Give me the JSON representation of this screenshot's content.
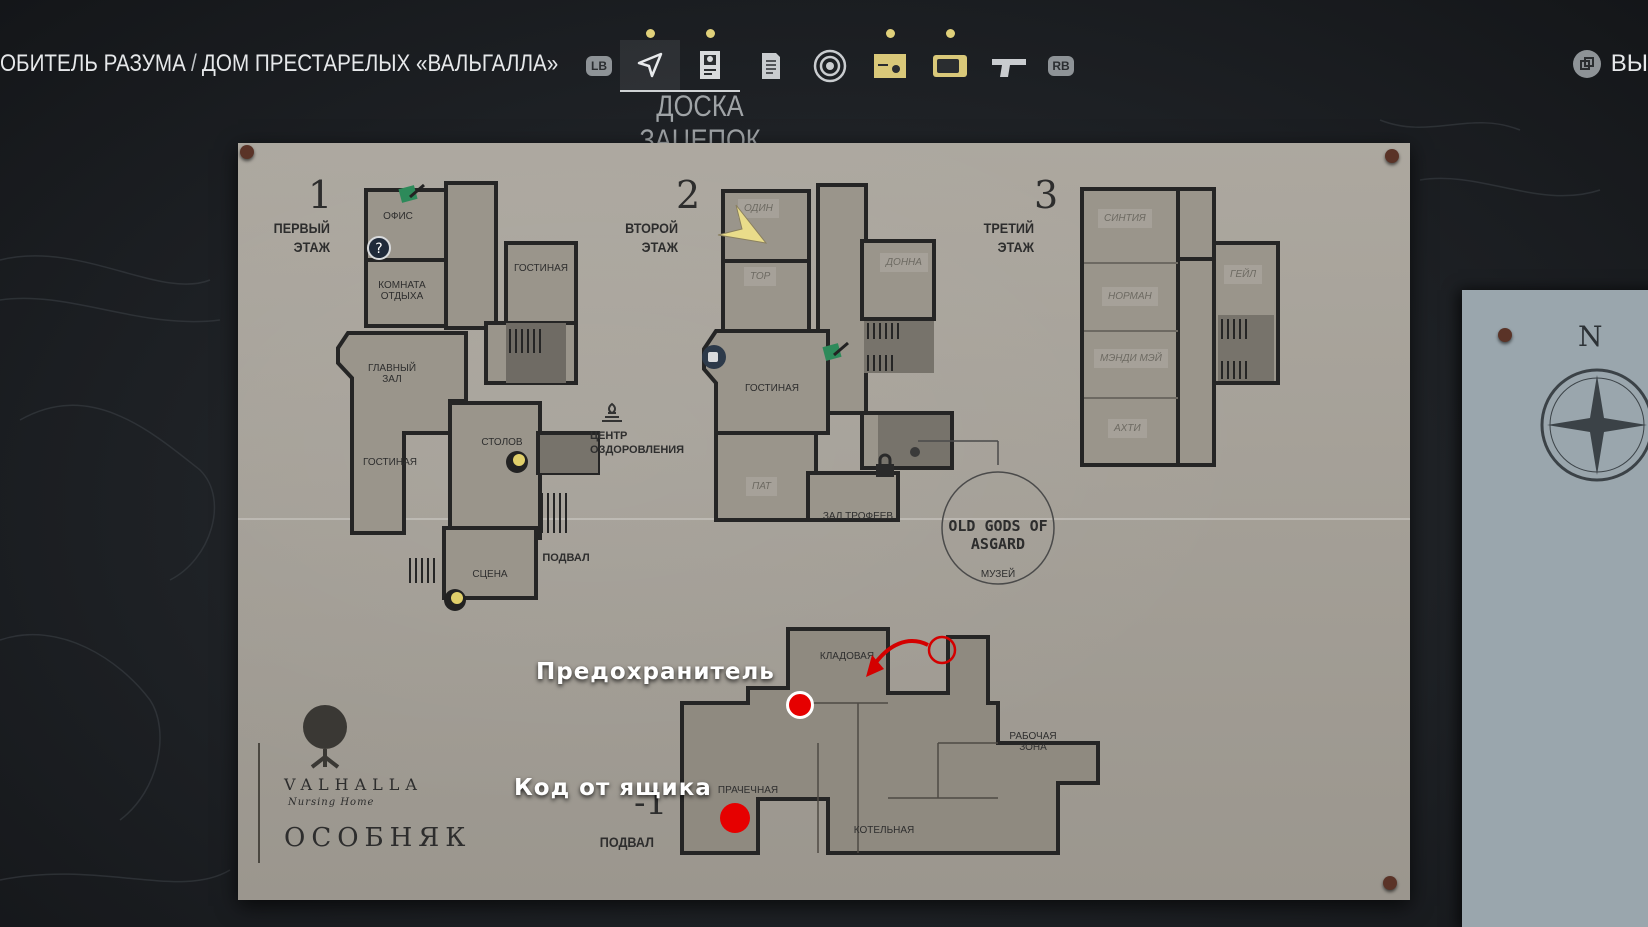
{
  "header": {
    "breadcrumb_1": "ОБИТЕЛЬ РАЗУМА",
    "breadcrumb_sep": "/",
    "breadcrumb_2": "ДОМ ПРЕСТАРЕЛЫХ «ВАЛЬГАЛЛА»",
    "left_bumper": "LB",
    "right_bumper": "RB",
    "active_tab_title": "ДОСКА ЗАЦЕПОК",
    "exit_label": "ВЫ",
    "tabs": [
      {
        "icon": "navigate-icon",
        "has_dot": true
      },
      {
        "icon": "case-board-icon",
        "has_dot": true
      },
      {
        "icon": "notes-icon",
        "has_dot": false
      },
      {
        "icon": "target-icon",
        "has_dot": false
      },
      {
        "icon": "cassette-icon",
        "has_dot": true
      },
      {
        "icon": "tv-icon",
        "has_dot": true
      },
      {
        "icon": "gun-icon",
        "has_dot": false
      }
    ]
  },
  "map": {
    "floor1": {
      "number": "1",
      "name_line1": "ПЕРВЫЙ",
      "name_line2": "ЭТАЖ",
      "rooms": {
        "office": "ОФИС",
        "rest_room": "КОМНАТА ОТДЫХА",
        "living_room": "ГОСТИНАЯ",
        "main_hall": "ГЛАВНЫЙ ЗАЛ",
        "living_room_2": "ГОСТИНАЯ",
        "dining": "СТОЛОВ",
        "stage": "СЦЕНА",
        "basement": "ПОДВАЛ"
      }
    },
    "wellness_center": {
      "line1": "ЦЕНТР",
      "line2": "ОЗДОРОВЛЕНИЯ"
    },
    "floor2": {
      "number": "2",
      "name_line1": "ВТОРОЙ",
      "name_line2": "ЭТАЖ",
      "rooms": {
        "odin": "ОДИН",
        "thor": "ТОР",
        "donna": "ДОННА",
        "living_room": "ГОСТИНАЯ",
        "pat": "ПАТ",
        "trophy_hall": "ЗАЛ ТРОФЕЕВ"
      }
    },
    "floor3": {
      "number": "3",
      "name_line1": "ТРЕТИЙ",
      "name_line2": "ЭТАЖ",
      "rooms": {
        "cynthia": "СИНТИЯ",
        "gale": "ГЕЙЛ",
        "norman": "НОРМАН",
        "mandy_mae": "МЭНДИ МЭЙ",
        "ahti": "АХТИ"
      }
    },
    "museum": {
      "line1": "OLD GODS OF",
      "line2": "ASGARD",
      "line3": "МУЗЕЙ"
    },
    "basement": {
      "number": "-1",
      "name": "ПОДВАЛ",
      "rooms": {
        "storage": "КЛАДОВАЯ",
        "laundry": "ПРАЧЕЧНАЯ",
        "work_zone_1": "РАБОЧАЯ",
        "work_zone_2": "ЗОНА",
        "boiler": "КОТЕЛЬНАЯ"
      }
    },
    "logo": {
      "brand": "VALHALLA",
      "tagline": "Nursing Home",
      "building": "ОСОБНЯК"
    },
    "annotations": {
      "fuse": "Предохранитель",
      "box_code": "Код от ящика"
    }
  },
  "side_map": {
    "compass_letter": "N"
  },
  "colors": {
    "annotation_dot": "#e60000",
    "arrow": "#d40000",
    "tab_dot": "#e0d07a",
    "player_marker": "#e9dc8a"
  }
}
